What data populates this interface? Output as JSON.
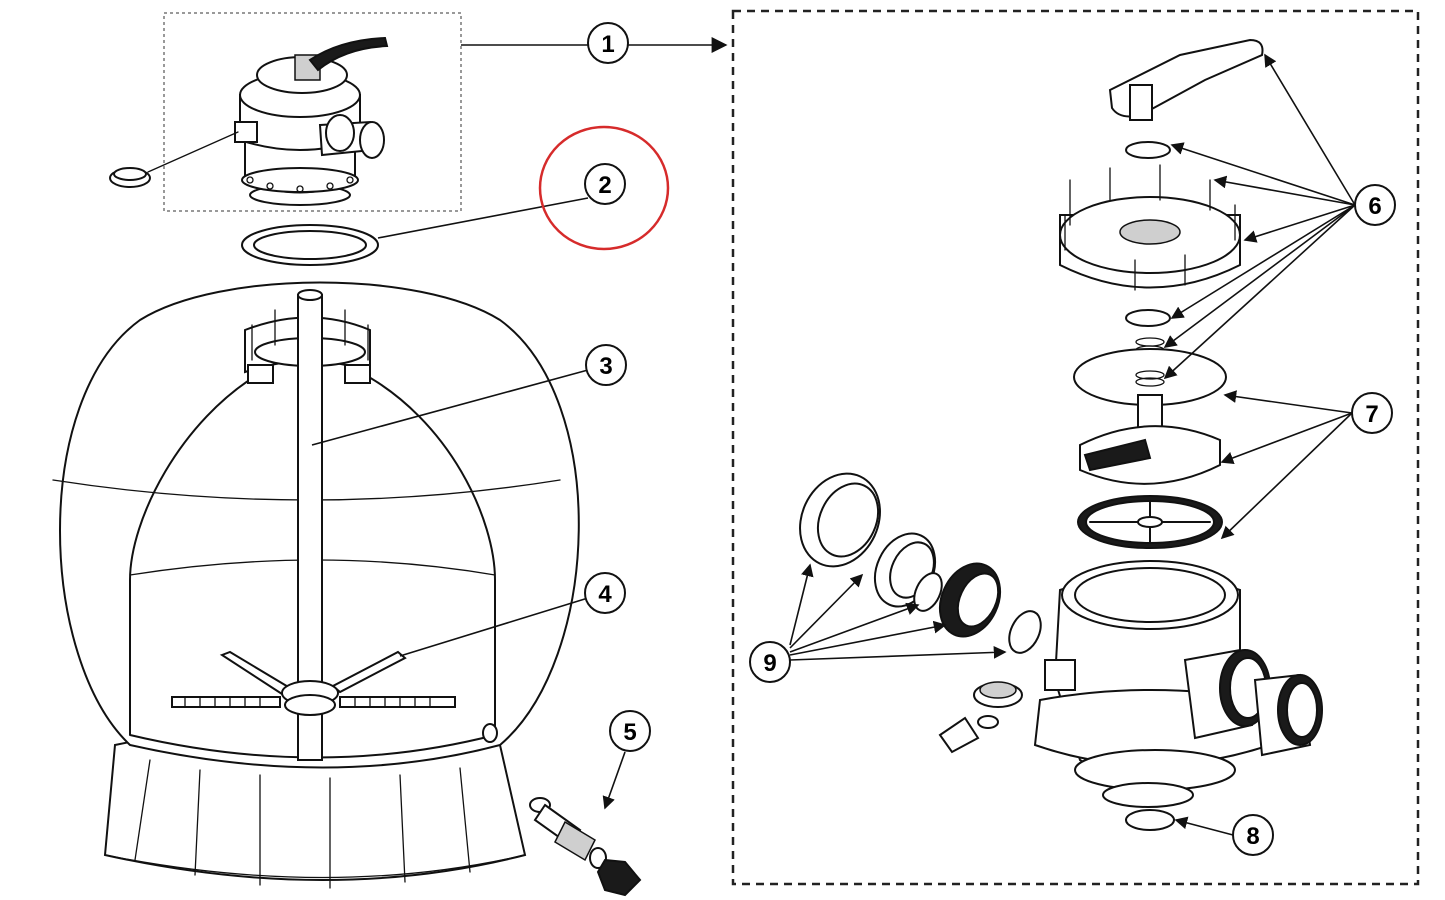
{
  "diagram": {
    "callouts": [
      {
        "label": "1"
      },
      {
        "label": "2"
      },
      {
        "label": "3"
      },
      {
        "label": "4"
      },
      {
        "label": "5"
      },
      {
        "label": "6"
      },
      {
        "label": "7"
      },
      {
        "label": "8"
      },
      {
        "label": "9"
      }
    ],
    "highlight_color": "#d62b2b",
    "line_color": "#111111",
    "highlighted_callout": "2"
  }
}
